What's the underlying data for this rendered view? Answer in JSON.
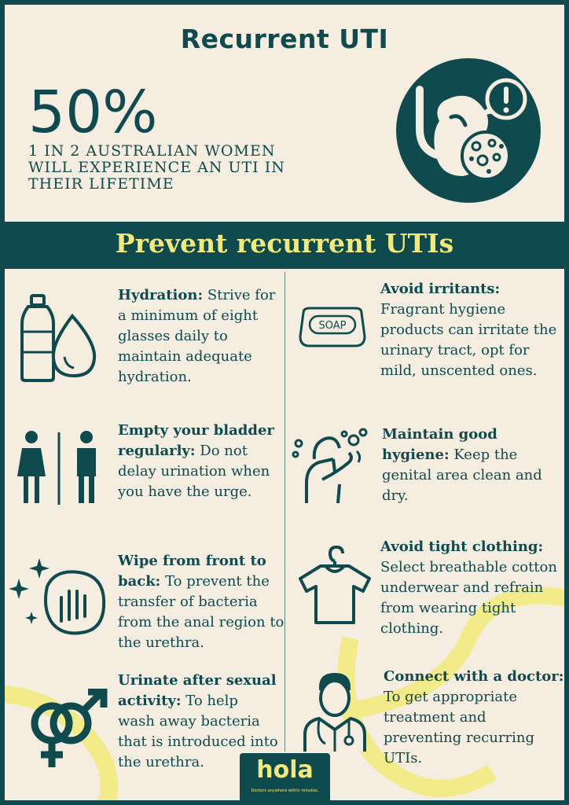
{
  "header": {
    "title": "Recurrent UTI",
    "stat_value": "50%",
    "stat_line1": "1 IN 2 AUSTRALIAN WOMEN",
    "stat_line2": "WILL EXPERIENCE AN UTI IN",
    "stat_line3": "THEIR LIFETIME"
  },
  "section_title": "Prevent recurrent UTIs",
  "tips": {
    "hydration": {
      "title": "Hydration:",
      "body": "Strive for a minimum of eight glasses daily to maintain adequate hydration."
    },
    "bladder": {
      "title": "Empty your bladder regularly:",
      "body": "Do not delay urination when you have the urge."
    },
    "wipe": {
      "title": "Wipe from front to back:",
      "body": "To prevent the transfer of bacteria from the anal region to the urethra."
    },
    "urinate": {
      "title": "Urinate after sexual activity:",
      "body": "To help wash away bacteria that is introduced into the urethra."
    },
    "irritants": {
      "title": "Avoid irritants:",
      "body": "Fragrant hygiene products can irritate the urinary tract, opt for mild, unscented ones."
    },
    "hygiene": {
      "title": "Maintain good hygiene:",
      "body": "Keep the genital area clean and dry."
    },
    "clothing": {
      "title": "Avoid tight clothing:",
      "body": "Select breathable cotton underwear and refrain from wearing tight clothing."
    },
    "doctor": {
      "title": "Connect with a doctor:",
      "body": "To get appropriate treatment and preventing recurring UTIs."
    }
  },
  "soap_label": "SOAP",
  "logo": {
    "name": "hola",
    "tagline": "Doctors anywhere within minutes."
  },
  "colors": {
    "dark_teal": "#0f4a4e",
    "cream": "#f4ede0",
    "yellow": "#f2e97a"
  },
  "icons": [
    "kidney-alert-icon",
    "water-bottle-drop-icon",
    "restroom-people-icon",
    "hand-wipe-icon",
    "gender-symbols-icon",
    "soap-icon",
    "washing-hygiene-icon",
    "tshirt-hanger-icon",
    "doctor-icon"
  ]
}
